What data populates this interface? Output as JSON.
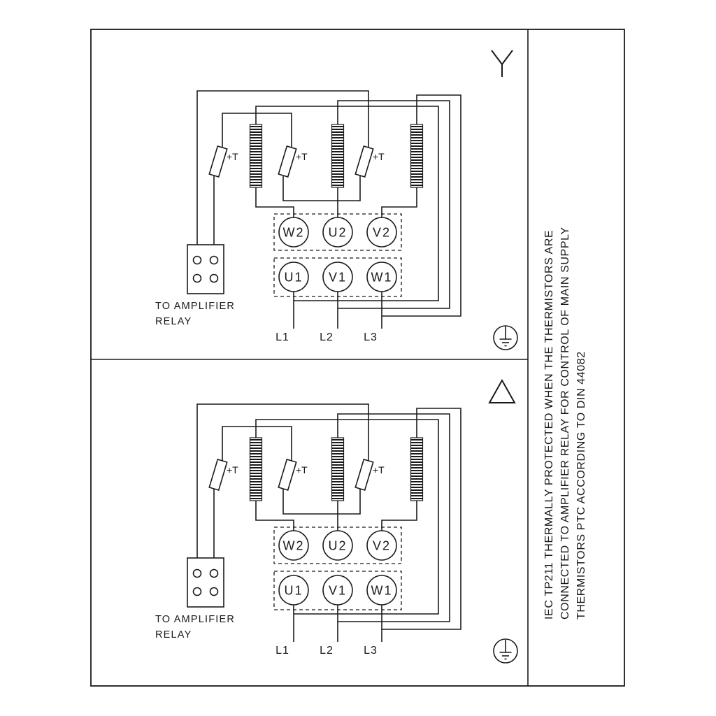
{
  "diagram": {
    "colors": {
      "line": "#1a1a1a",
      "background": "#ffffff"
    },
    "panels": [
      {
        "connection": "star",
        "symbol": "star-icon",
        "terminals_top": [
          "W2",
          "U2",
          "V2"
        ],
        "terminals_bottom": [
          "U1",
          "V1",
          "W1"
        ],
        "supply_lines": [
          "L1",
          "L2",
          "L3"
        ],
        "thermistor_label": "+T",
        "relay_note": [
          "TO AMPLIFIER",
          "RELAY"
        ]
      },
      {
        "connection": "delta",
        "symbol": "delta-icon",
        "terminals_top": [
          "W2",
          "U2",
          "V2"
        ],
        "terminals_bottom": [
          "U1",
          "V1",
          "W1"
        ],
        "supply_lines": [
          "L1",
          "L2",
          "L3"
        ],
        "thermistor_label": "+T",
        "relay_note": [
          "TO AMPLIFIER",
          "RELAY"
        ]
      }
    ],
    "sidebar_note": [
      "IEC TP211 THERMALLY PROTECTED WHEN THE THERMISTORS ARE",
      "CONNECTED TO AMPLIFIER RELAY FOR CONTROL OF MAIN SUPPLY",
      "THERMISTORS PTC ACCORDING TO DIN 44082"
    ]
  }
}
